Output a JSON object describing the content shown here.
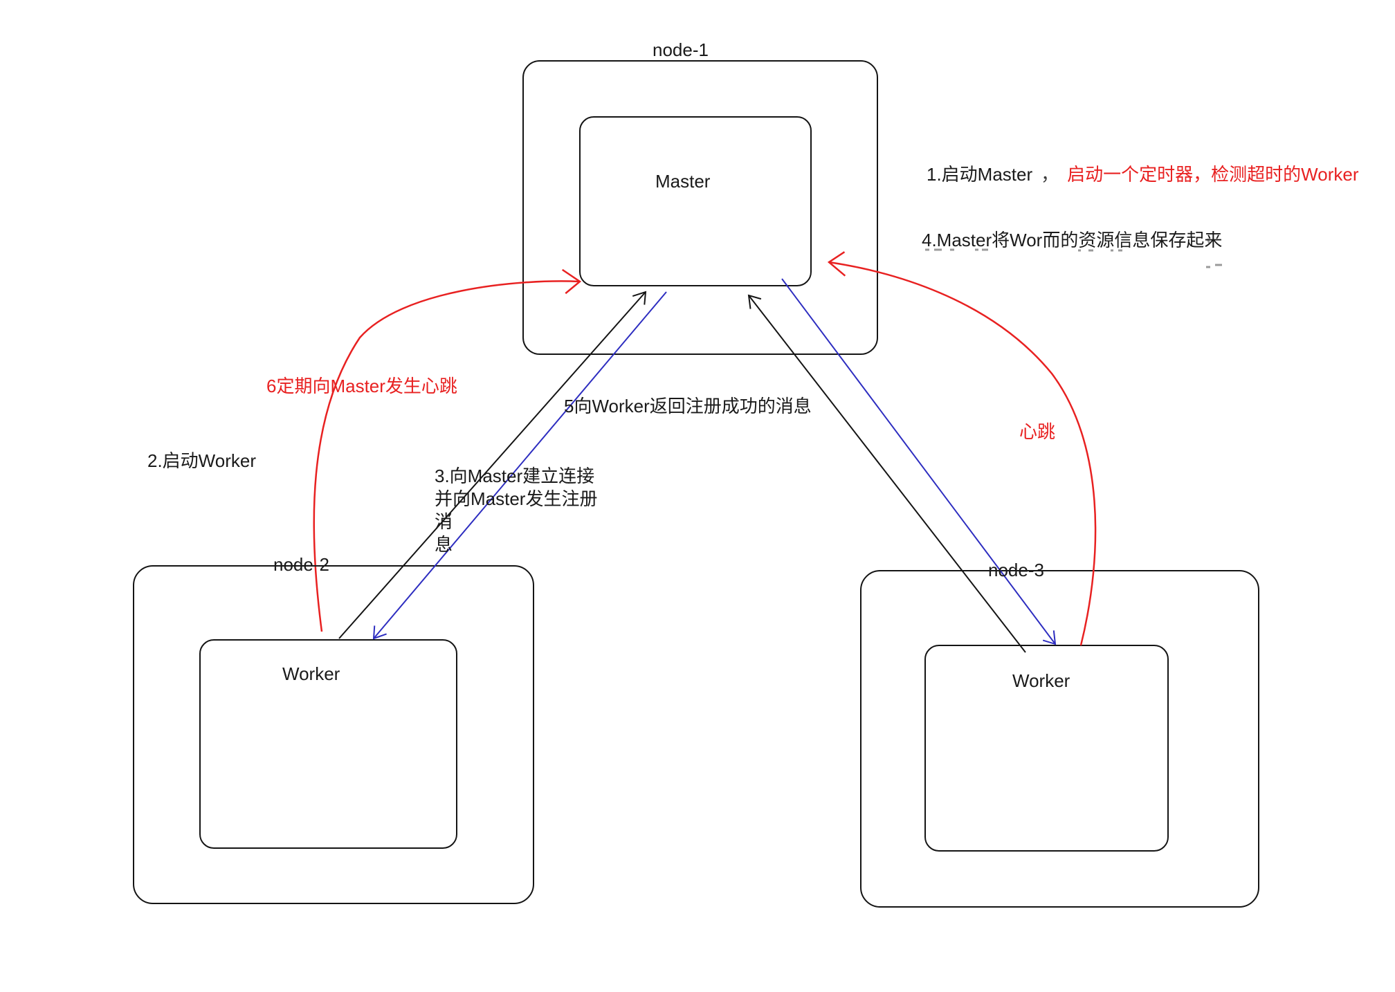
{
  "nodes": {
    "node1": {
      "label": "node-1",
      "inner": "Master"
    },
    "node2": {
      "label": "node-2",
      "inner": "Worker"
    },
    "node3": {
      "label": "node-3",
      "inner": "Worker"
    }
  },
  "annotations": {
    "step1_prefix": "1.启动Master",
    "step1_comma": "，",
    "step1_red": "启动一个定时器，检测超时的Worker",
    "step4": "4.Master将Wor而的资源信息保存起来",
    "step2": "2.启动Worker",
    "step3_line1": "3.向Master建立连接",
    "step3_line2": "并向Master发生注册消",
    "step3_line3": "息",
    "step5": "5向Worker返回注册成功的消息",
    "step6": "6定期向Master发生心跳",
    "heartbeat": "心跳"
  },
  "colors": {
    "annotation_red": "#e82121",
    "arrow_blue": "#2d2dc0",
    "line_black": "#141414",
    "background": "#ffffff"
  }
}
